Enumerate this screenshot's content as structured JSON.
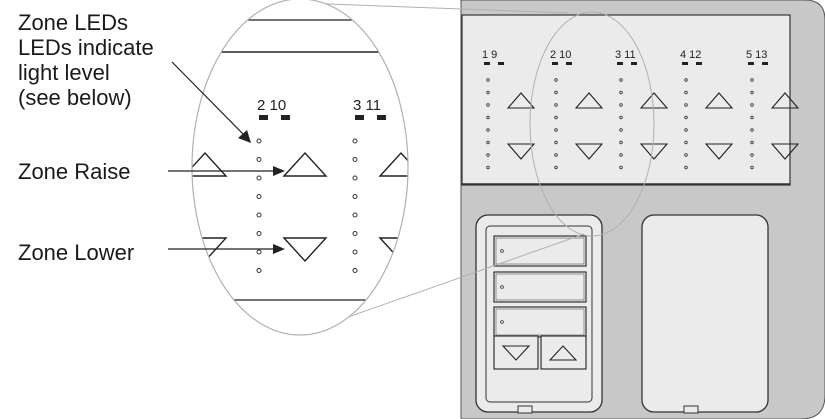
{
  "callouts": {
    "zone_leds": [
      "Zone LEDs",
      "LEDs indicate",
      "light level",
      "(see below)"
    ],
    "zone_raise": "Zone Raise",
    "zone_lower": "Zone Lower"
  },
  "magnified_zones": [
    {
      "label": "2 10"
    },
    {
      "label": "3 11"
    }
  ],
  "panel_zones": [
    {
      "label": "1 9"
    },
    {
      "label": "2 10"
    },
    {
      "label": "3 11"
    },
    {
      "label": "4 12"
    },
    {
      "label": "5 13"
    }
  ],
  "colors": {
    "panel": "#c8c8c8",
    "ink": "#222222",
    "magnifier_outline": "#b0b0b0"
  }
}
